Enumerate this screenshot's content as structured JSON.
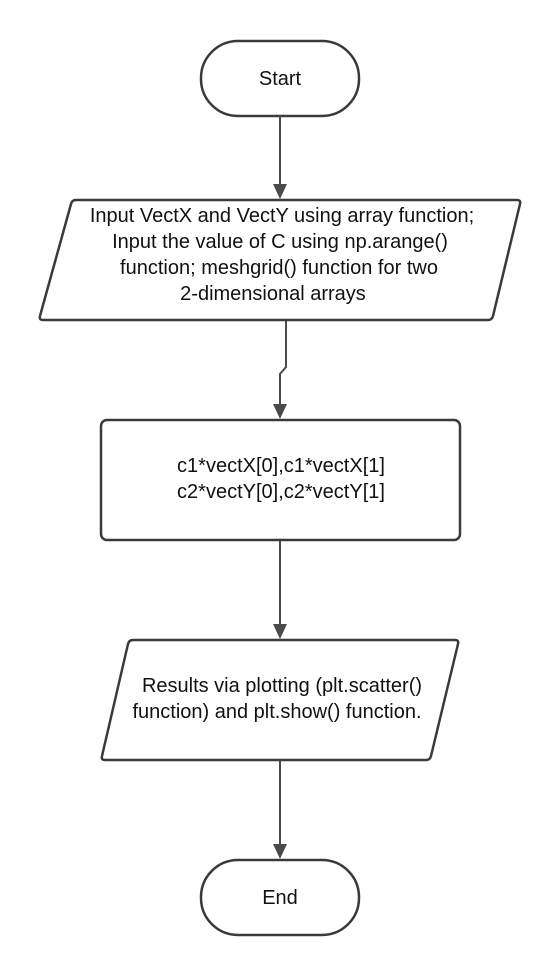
{
  "flowchart": {
    "start": {
      "label": "Start"
    },
    "input": {
      "lines": [
        "Input VectX and VectY using array function;",
        "Input the value of C using np.arange()",
        "function; meshgrid() function for two",
        "2-dimensional arrays"
      ]
    },
    "process": {
      "lines": [
        "c1*vectX[0],c1*vectX[1]",
        "c2*vectY[0],c2*vectY[1]"
      ]
    },
    "output": {
      "lines": [
        "Results via plotting (plt.scatter()",
        "function) and plt.show() function."
      ]
    },
    "end": {
      "label": "End"
    }
  },
  "colors": {
    "stroke": "#3a3a3a",
    "arrow": "#4a4a4a",
    "text": "#111111",
    "background": "#ffffff"
  }
}
